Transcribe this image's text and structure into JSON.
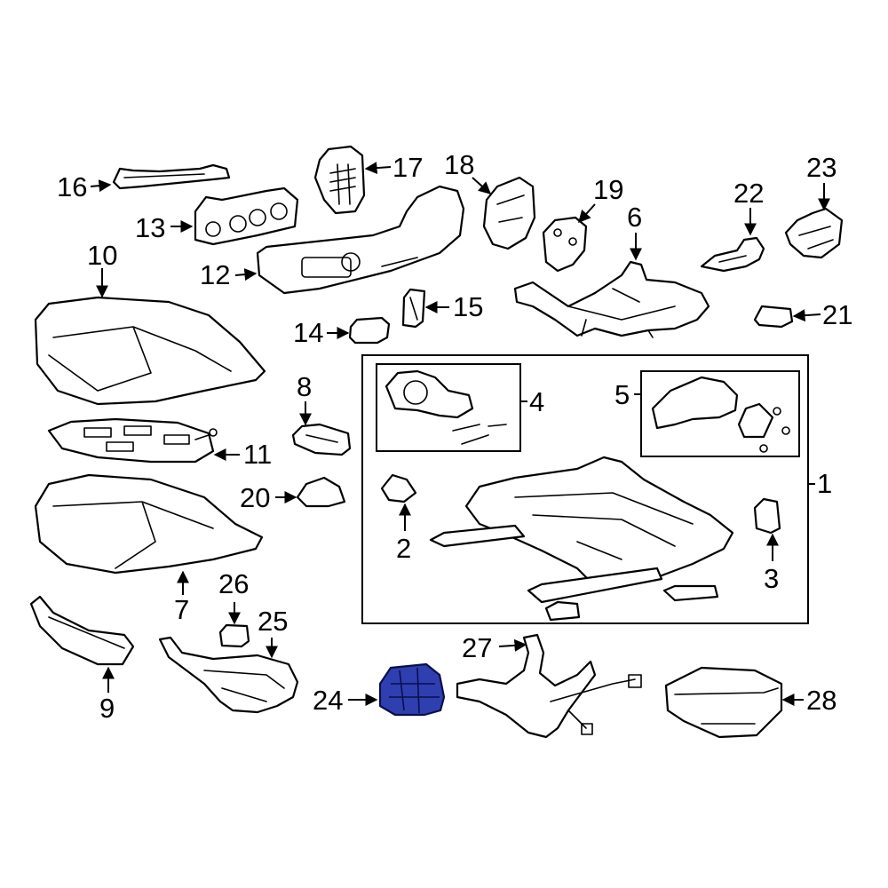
{
  "colors": {
    "line": "#000000",
    "background": "#ffffff",
    "highlight": "#2f3fb0"
  },
  "callouts": {
    "c1": "1",
    "c2": "2",
    "c3": "3",
    "c4": "4",
    "c5": "5",
    "c6": "6",
    "c7": "7",
    "c8": "8",
    "c9": "9",
    "c10": "10",
    "c11": "11",
    "c12": "12",
    "c13": "13",
    "c14": "14",
    "c15": "15",
    "c16": "16",
    "c17": "17",
    "c18": "18",
    "c19": "19",
    "c20": "20",
    "c21": "21",
    "c22": "22",
    "c23": "23",
    "c24": "24",
    "c25": "25",
    "c26": "26",
    "c27": "27",
    "c28": "28"
  },
  "highlighted_part": "24"
}
